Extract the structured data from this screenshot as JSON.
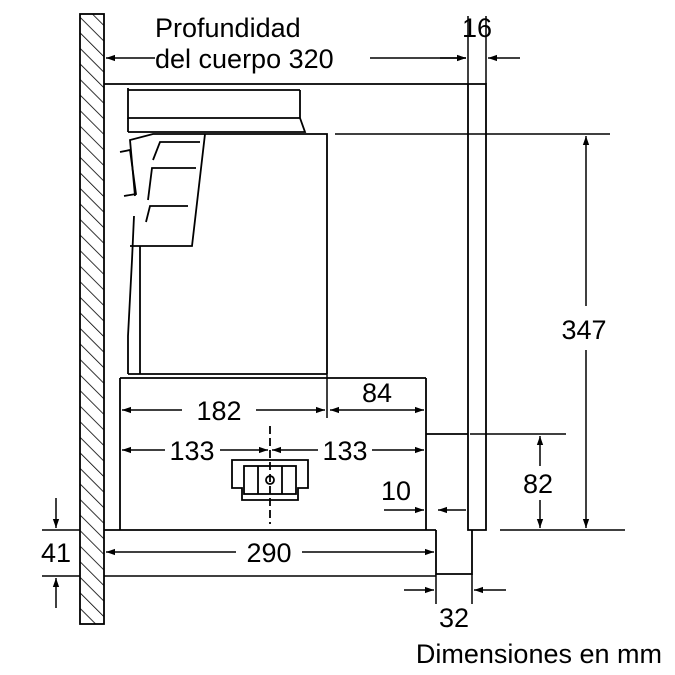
{
  "labels": {
    "depth_line1": "Profundidad",
    "depth_line2": "del cuerpo 320",
    "panel_16": "16",
    "height_347": "347",
    "width_182": "182",
    "width_84": "84",
    "half_left_133": "133",
    "half_right_133": "133",
    "gap_10": "10",
    "height_82": "82",
    "depth_290": "290",
    "height_41": "41",
    "panel_32": "32",
    "units_note": "Dimensiones en mm"
  }
}
